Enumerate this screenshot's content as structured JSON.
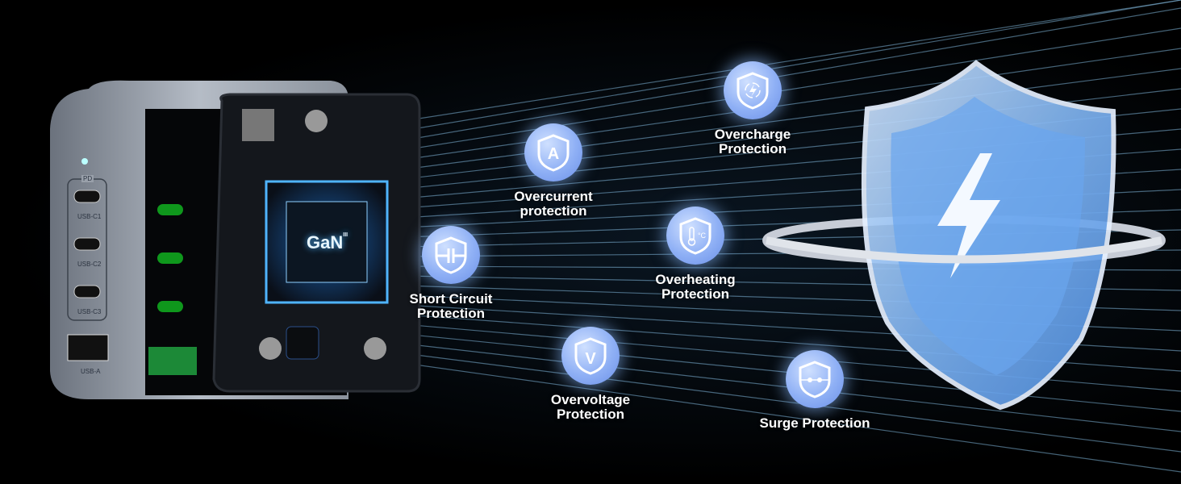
{
  "charger": {
    "pd_label": "PD",
    "ports": [
      "USB-C1",
      "USB-C2",
      "USB-C3",
      "USB-A"
    ],
    "chip_label": "GaN",
    "chip_superscript": "III"
  },
  "features": [
    {
      "id": "overcurrent",
      "icon": "shield-letter-a-icon",
      "glyph": "A",
      "line1": "Overcurrent",
      "line2": "protection"
    },
    {
      "id": "overcharge",
      "icon": "shield-lightning-cycle-icon",
      "glyph": "",
      "line1": "Overcharge",
      "line2": "Protection"
    },
    {
      "id": "short-circuit",
      "icon": "shield-circuit-icon",
      "glyph": "",
      "line1": "Short Circuit",
      "line2": "Protection"
    },
    {
      "id": "overheating",
      "icon": "shield-thermometer-icon",
      "glyph": "°C",
      "line1": "Overheating",
      "line2": "Protection"
    },
    {
      "id": "overvoltage",
      "icon": "shield-letter-v-icon",
      "glyph": "V",
      "line1": "Overvoltage",
      "line2": "Protection"
    },
    {
      "id": "surge",
      "icon": "shield-face-icon",
      "glyph": "",
      "line1": "Surge Protection",
      "line2": ""
    }
  ],
  "colors": {
    "accent": "#8fb0f5",
    "shield": "#6fa8ee",
    "line": "#7fb4d8",
    "background": "#000000"
  }
}
